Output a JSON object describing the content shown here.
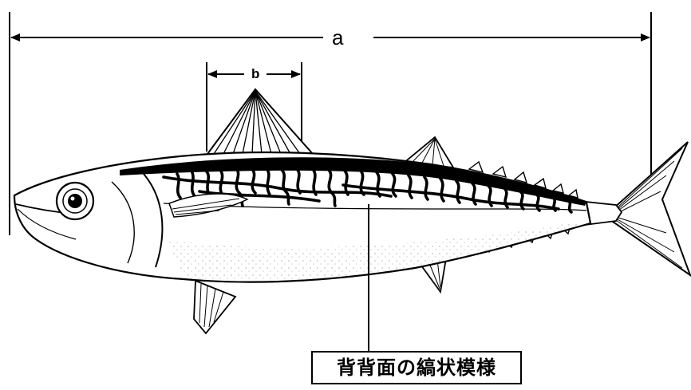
{
  "labels": {
    "total_length": "a",
    "fin_base": "b"
  },
  "caption": {
    "text": "背背面の縞状模様"
  },
  "colors": {
    "ink": "#000000",
    "paper": "#ffffff"
  }
}
